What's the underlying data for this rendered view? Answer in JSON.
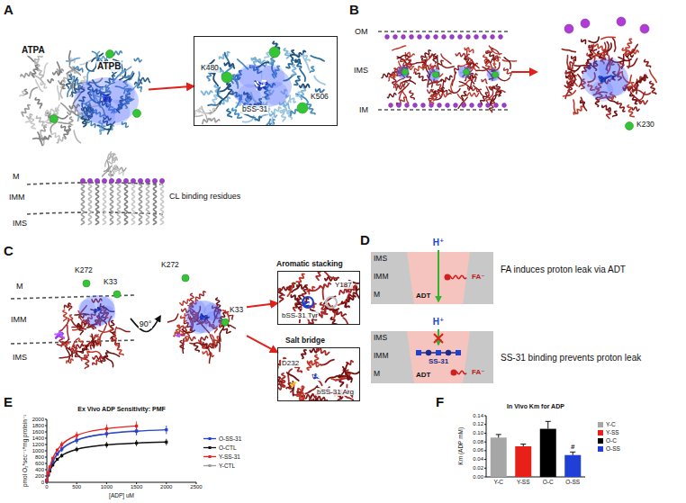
{
  "diagram": {
    "nodes": [
      {
        "text": [
          "ATPB",
          "ATPA"
        ]
      },
      {
        "text": [
          "K480",
          "bSS-31",
          "K506"
        ]
      },
      {
        "text": [
          "K230"
        ]
      },
      {
        "text": [
          "K272",
          "K33"
        ]
      },
      {
        "text": [
          "K272",
          "K33"
        ]
      },
      {
        "text": [
          "Aromatic stacking",
          "Y187",
          "bSS-31 Tyr"
        ]
      },
      {
        "text": [
          "Salt bridge",
          "D232",
          "bSS-31 Arg"
        ]
      },
      {
        "text": [
          "IMS",
          "IMM",
          "M"
        ]
      },
      {
        "text": [
          "ADT"
        ],
        "in": 7
      },
      {
        "text": [
          "IMS",
          "IMM",
          "M"
        ]
      },
      {
        "text": [
          "ADT"
        ],
        "in": 9
      }
    ],
    "edges": [
      {
        "from": 0,
        "to": 1,
        "arrow": "to"
      },
      {
        "from": 3,
        "to": 4,
        "label": "90°",
        "arrow": "to"
      },
      {
        "from": 4,
        "to": 5,
        "arrow": "to"
      },
      {
        "from": 4,
        "to": 6,
        "arrow": "to"
      }
    ],
    "labels": [
      "A",
      "M",
      "IMM",
      "IMS",
      "CL binding residues",
      "B",
      "OM",
      "IMS",
      "IM",
      "C",
      "M",
      "IMM",
      "IMS",
      "D",
      "H⁺",
      "FA⁻",
      "FA induces proton leak via ADT",
      "H⁺",
      "SS-31",
      "FA⁻",
      "SS-31 binding prevents proton leak",
      "E",
      "Ex Vivo ADP Sensitivity: PMF",
      "pmol O₂*sec⁻¹*mg protein⁻¹",
      "0",
      "200",
      "400",
      "600",
      "800",
      "1000",
      "1200",
      "1400",
      "1600",
      "1800",
      "2000",
      "0",
      "500",
      "1000",
      "1500",
      "2000",
      "2500",
      "[ADP] uM",
      "F",
      "In Vivo Km for ADP",
      "Km (ADP mM)",
      "0.00",
      "0.02",
      "0.04",
      "0.06",
      "0.08",
      "0.10",
      "0.12",
      "0.14",
      "Y-C",
      "Y-SS",
      "O-C",
      "O-SS",
      "#"
    ],
    "legend": [
      {
        "text": "O-SS-31"
      },
      {
        "text": "O-CTL"
      },
      {
        "text": "Y-SS-31"
      },
      {
        "text": "Y-CTL"
      },
      {
        "text": "Y-C",
        "color": "#a6a6a6"
      },
      {
        "text": "Y-SS",
        "color": "#e8201a"
      },
      {
        "text": "O-C",
        "color": "#000000"
      },
      {
        "text": "O-SS",
        "color": "#1f3fd6"
      }
    ]
  }
}
